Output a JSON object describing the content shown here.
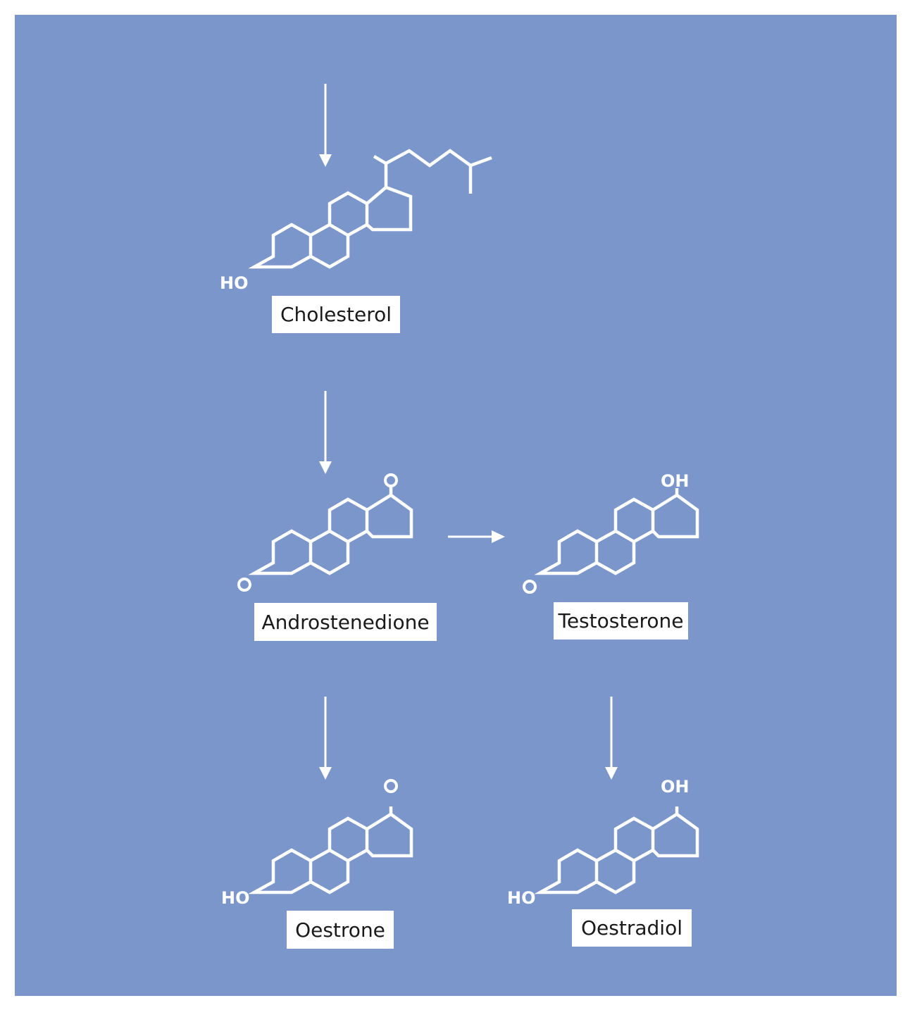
{
  "colors": {
    "background": "#7a96cb",
    "structure": "#ffffff",
    "label_bg": "#ffffff",
    "label_text": "#1a1a1a"
  },
  "molecules": {
    "cholesterol": {
      "name": "Cholesterol",
      "atoms": {
        "c3": "HO"
      }
    },
    "androstenedione": {
      "name": "Androstenedione",
      "atoms": {
        "c3": "O",
        "c17": "O"
      }
    },
    "testosterone": {
      "name": "Testosterone",
      "atoms": {
        "c3": "O",
        "c17": "OH"
      }
    },
    "oestrone": {
      "name": "Oestrone",
      "atoms": {
        "c3": "HO",
        "c17": "O"
      }
    },
    "oestradiol": {
      "name": "Oestradiol",
      "atoms": {
        "c3": "HO",
        "c17": "OH"
      }
    }
  }
}
